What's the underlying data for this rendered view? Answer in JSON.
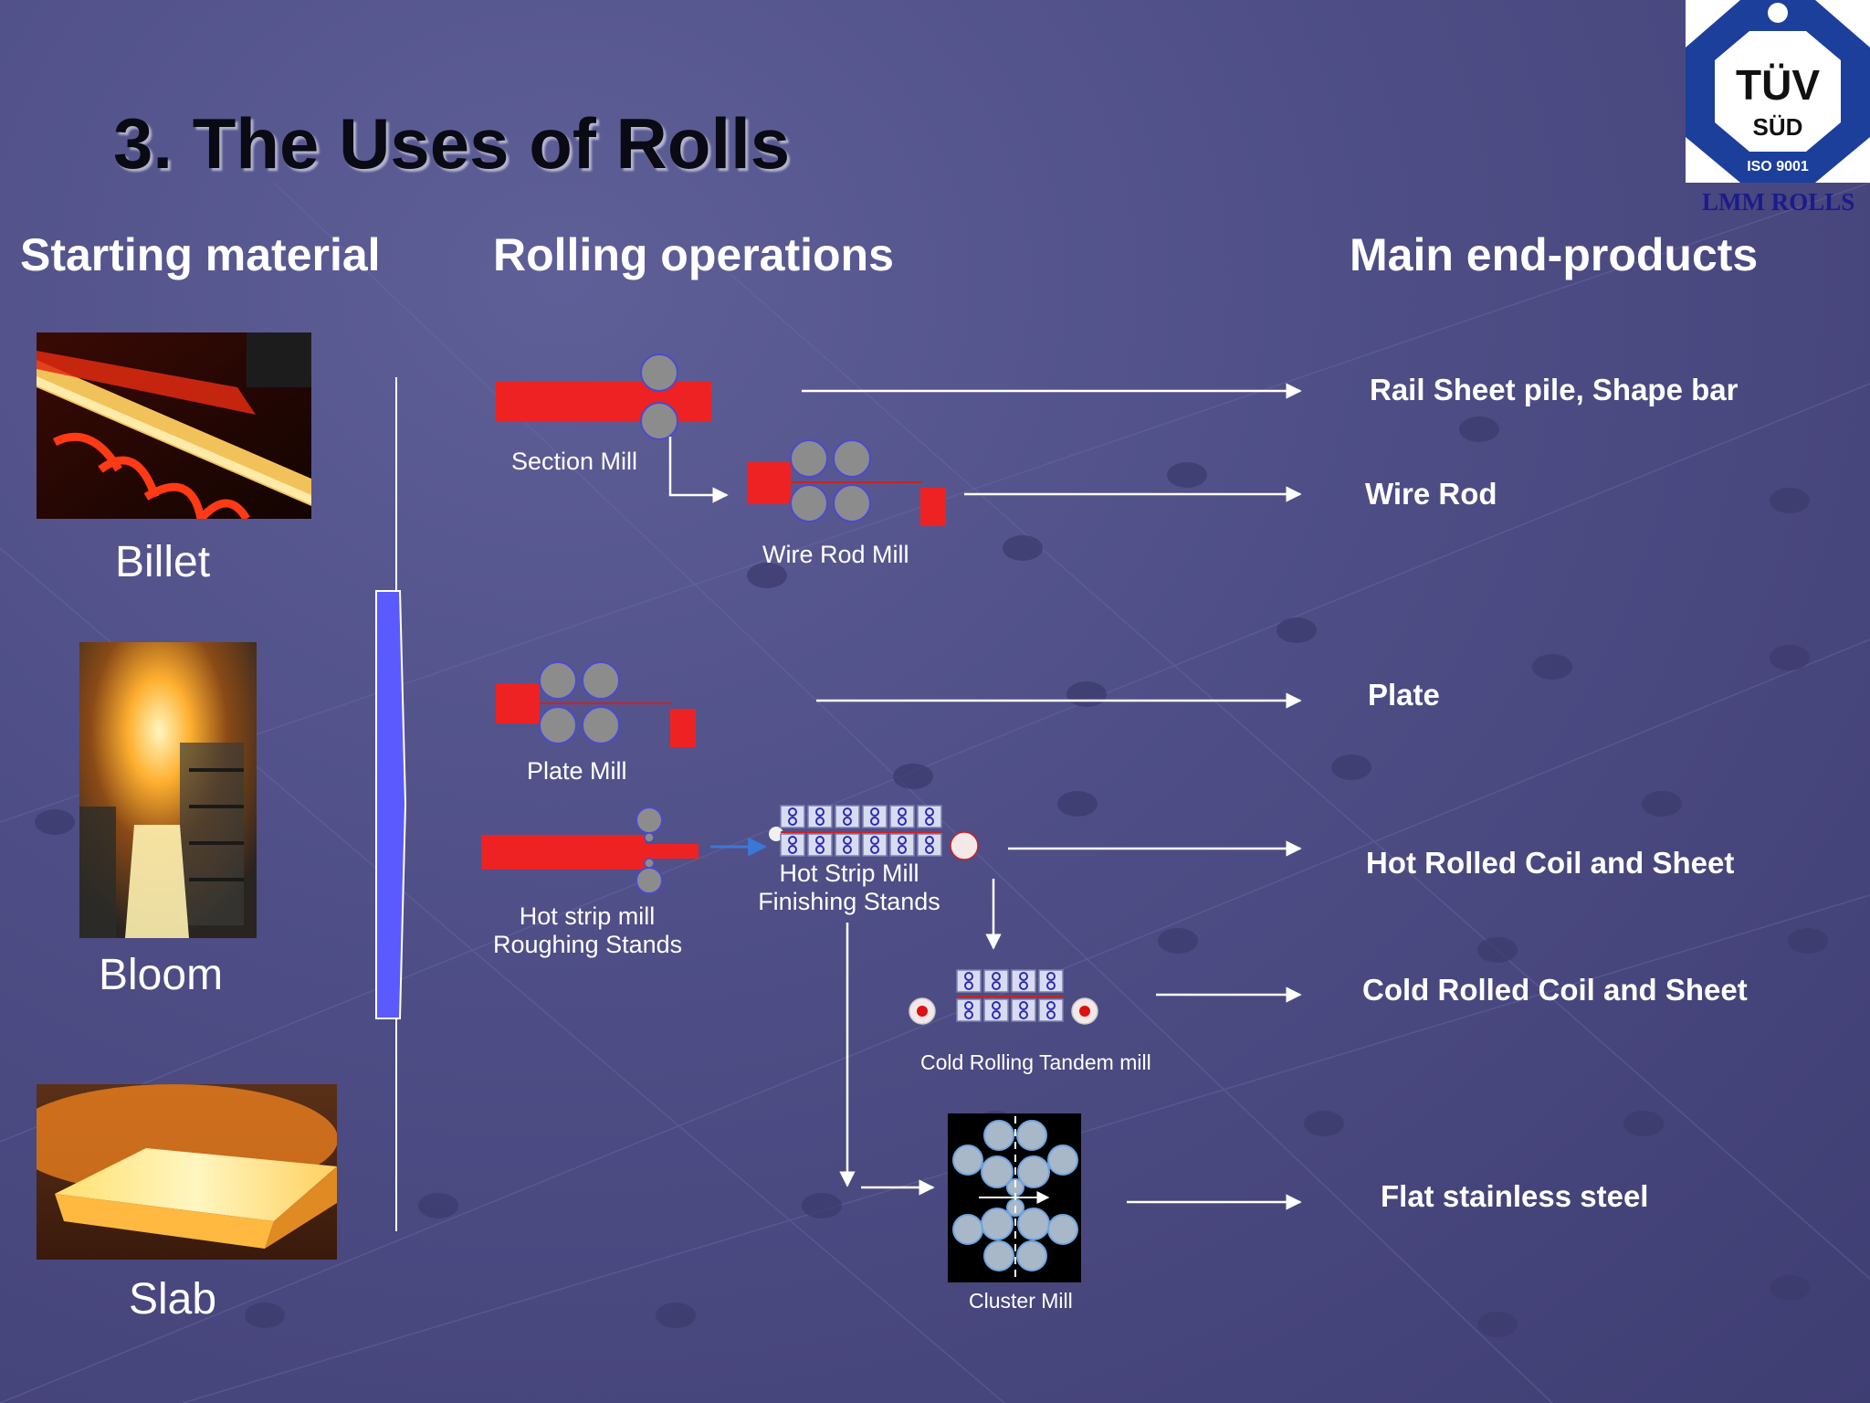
{
  "slide_title": "3. The Uses of Rolls",
  "columns": {
    "starting": "Starting material",
    "operations": "Rolling operations",
    "products": "Main end-products"
  },
  "logo": {
    "brand": "TÜV",
    "sub": "SÜD",
    "cert": "ISO 9001",
    "caption": "LMM ROLLS"
  },
  "materials": [
    {
      "label": "Billet"
    },
    {
      "label": "Bloom"
    },
    {
      "label": "Slab"
    }
  ],
  "mills": {
    "section": "Section Mill",
    "wire_rod": "Wire Rod Mill",
    "plate": "Plate Mill",
    "hot_rough_1": "Hot strip mill",
    "hot_rough_2": "Roughing Stands",
    "hot_finish_1": "Hot Strip Mill",
    "hot_finish_2": "Finishing Stands",
    "cold_tandem": "Cold Rolling Tandem mill",
    "cluster": "Cluster Mill"
  },
  "products": [
    "Rail Sheet pile, Shape bar",
    "Wire Rod",
    "Plate",
    "Hot Rolled Coil and Sheet",
    "Cold Rolled Coil and Sheet",
    "Flat stainless steel"
  ],
  "colors": {
    "background": "#4e4d85",
    "steel_red": "#ee2222",
    "roll_grey": "#8c8c8c",
    "bracket_blue": "#5a5aff",
    "logo_blue": "#1c3f9c"
  }
}
